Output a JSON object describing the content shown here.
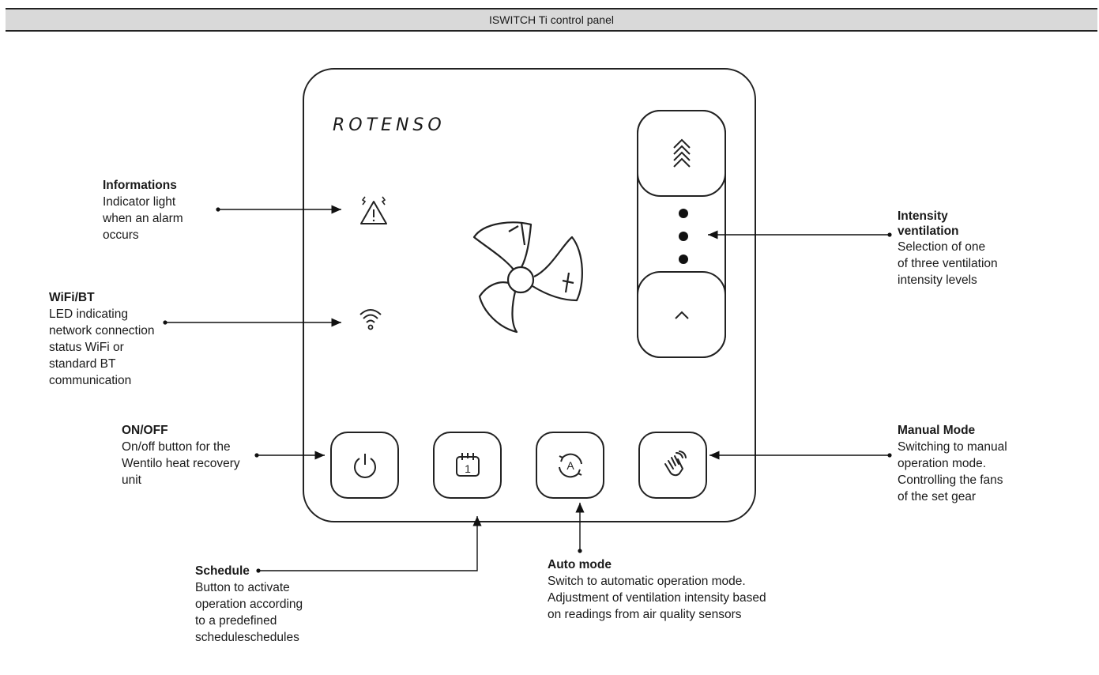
{
  "header": {
    "title": "ISWITCH Ti control panel"
  },
  "panel": {
    "brand": "ROTENSO",
    "icons": [
      "alarm-icon",
      "wifi-icon",
      "fan-icon",
      "triple-chevron-up-icon",
      "chevron-up-icon",
      "power-icon",
      "calendar-icon",
      "auto-mode-icon",
      "hand-gesture-icon"
    ],
    "calendar_day": "1",
    "auto_letter": "A"
  },
  "callouts": {
    "informations": {
      "title": "Informations",
      "desc": "Indicator light\nwhen an alarm\noccurs"
    },
    "wifi": {
      "title": "WiFi/BT",
      "desc": "LED indicating\nnetwork connection\nstatus WiFi or\nstandard BT\ncommunication"
    },
    "onoff": {
      "title": "ON/OFF",
      "desc": "On/off button for the\nWentilo heat recovery\nunit"
    },
    "schedule": {
      "title": "Schedule",
      "desc": "Button to activate\noperation according\nto a predefined\nscheduleschedules"
    },
    "auto": {
      "title": "Auto mode",
      "desc": "Switch to automatic operation mode.\nAdjustment of ventilation intensity based\non readings from air quality sensors"
    },
    "manual": {
      "title": "Manual Mode",
      "desc": "Switching to manual\noperation mode.\nControlling the fans\nof the set gear"
    },
    "intensity": {
      "title": "Intensity\nventilation",
      "desc": "Selection of one\nof three ventilation\nintensity levels"
    }
  }
}
